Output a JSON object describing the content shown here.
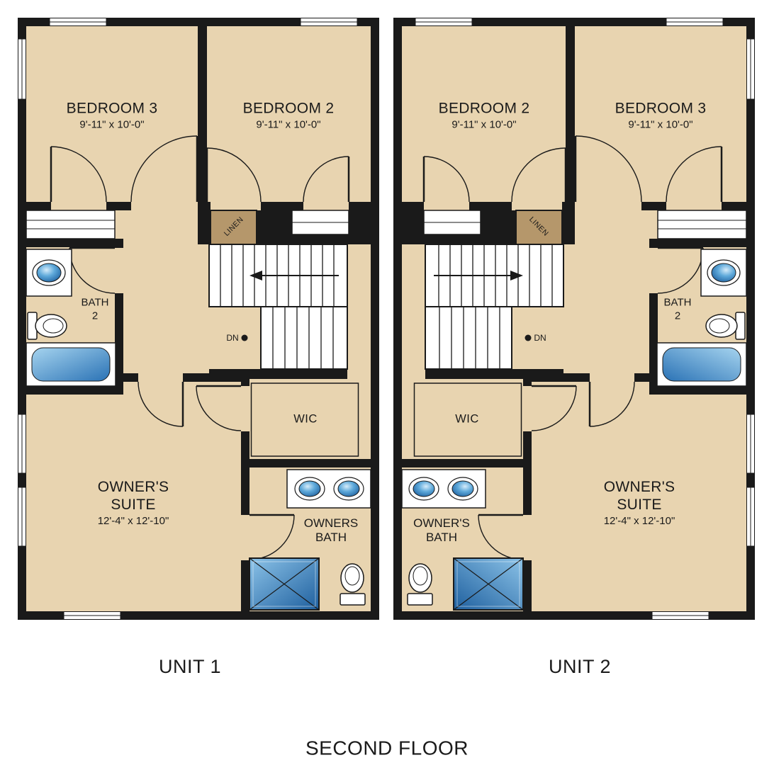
{
  "plan": {
    "title": "SECOND FLOOR",
    "colors": {
      "floor": "#e8d4b0",
      "walls": "#1a1a1a",
      "fixture_blue": "#2a72b5",
      "linen_closet": "#b5976b"
    },
    "units": [
      {
        "name": "UNIT 1",
        "rooms": {
          "bedroom3": {
            "label": "BEDROOM 3",
            "dims": "9'-11\" x 10'-0\""
          },
          "bedroom2": {
            "label": "BEDROOM 2",
            "dims": "9'-11\" x 10'-0\""
          },
          "bath2": {
            "line1": "BATH",
            "line2": "2"
          },
          "linen": {
            "label": "LINEN"
          },
          "stairs": {
            "label": "DN"
          },
          "wic": {
            "label": "WIC"
          },
          "owners_suite": {
            "line1": "OWNER'S",
            "line2": "SUITE",
            "dims": "12'-4\" x 12'-10\""
          },
          "owners_bath": {
            "line1": "OWNERS",
            "line2": "BATH"
          }
        }
      },
      {
        "name": "UNIT 2",
        "rooms": {
          "bedroom2": {
            "label": "BEDROOM 2",
            "dims": "9'-11\" x 10'-0\""
          },
          "bedroom3": {
            "label": "BEDROOM 3",
            "dims": "9'-11\" x 10'-0\""
          },
          "bath2": {
            "line1": "BATH",
            "line2": "2"
          },
          "linen": {
            "label": "LINEN"
          },
          "stairs": {
            "label": "DN"
          },
          "wic": {
            "label": "WIC"
          },
          "owners_suite": {
            "line1": "OWNER'S",
            "line2": "SUITE",
            "dims": "12'-4\" x 12'-10\""
          },
          "owners_bath": {
            "line1": "OWNER'S",
            "line2": "BATH"
          }
        }
      }
    ]
  }
}
